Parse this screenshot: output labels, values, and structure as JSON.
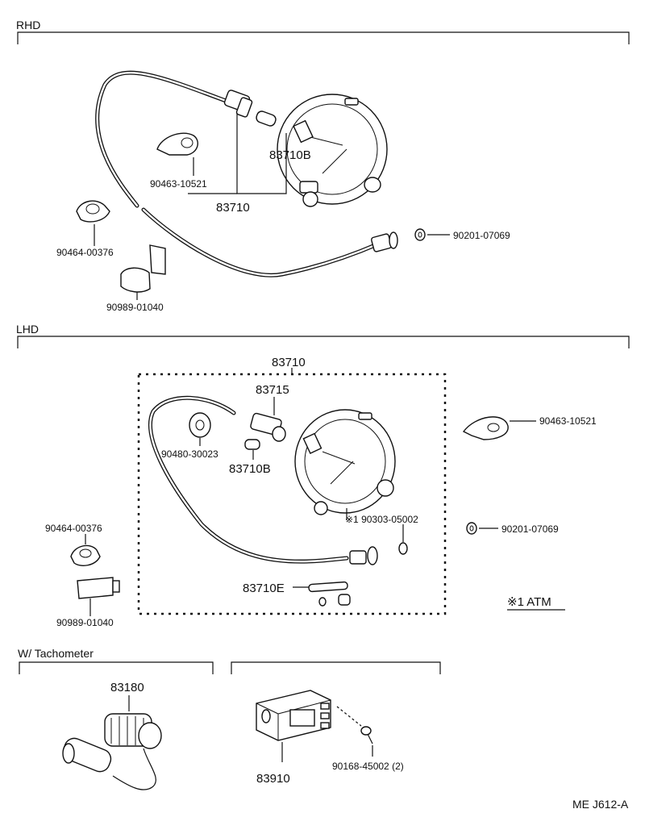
{
  "sections": {
    "rhd": "RHD",
    "lhd": "LHD",
    "tachometer": "W/ Tachometer"
  },
  "rhd_labels": {
    "clip_top": "90463-10521",
    "cable_assy": "83710",
    "sleeve": "83710B",
    "clamp": "90464-00376",
    "bracket": "90989-01040",
    "washer": "90201-07069"
  },
  "lhd_labels": {
    "cable_assy": "83710",
    "driven_gear": "83715",
    "grommet": "90480-30023",
    "sleeve": "83710B",
    "clip_right": "90463-10521",
    "clamp": "90464-00376",
    "bracket": "90989-01040",
    "note_part": "※1 90303-05002",
    "washer": "90201-07069",
    "tube": "83710E",
    "note_key": "※1 ATM"
  },
  "tacho_labels": {
    "sensor": "83180",
    "module": "83910",
    "screw": "90168-45002 (2)"
  },
  "footer": {
    "code": "ME  J612-A"
  }
}
